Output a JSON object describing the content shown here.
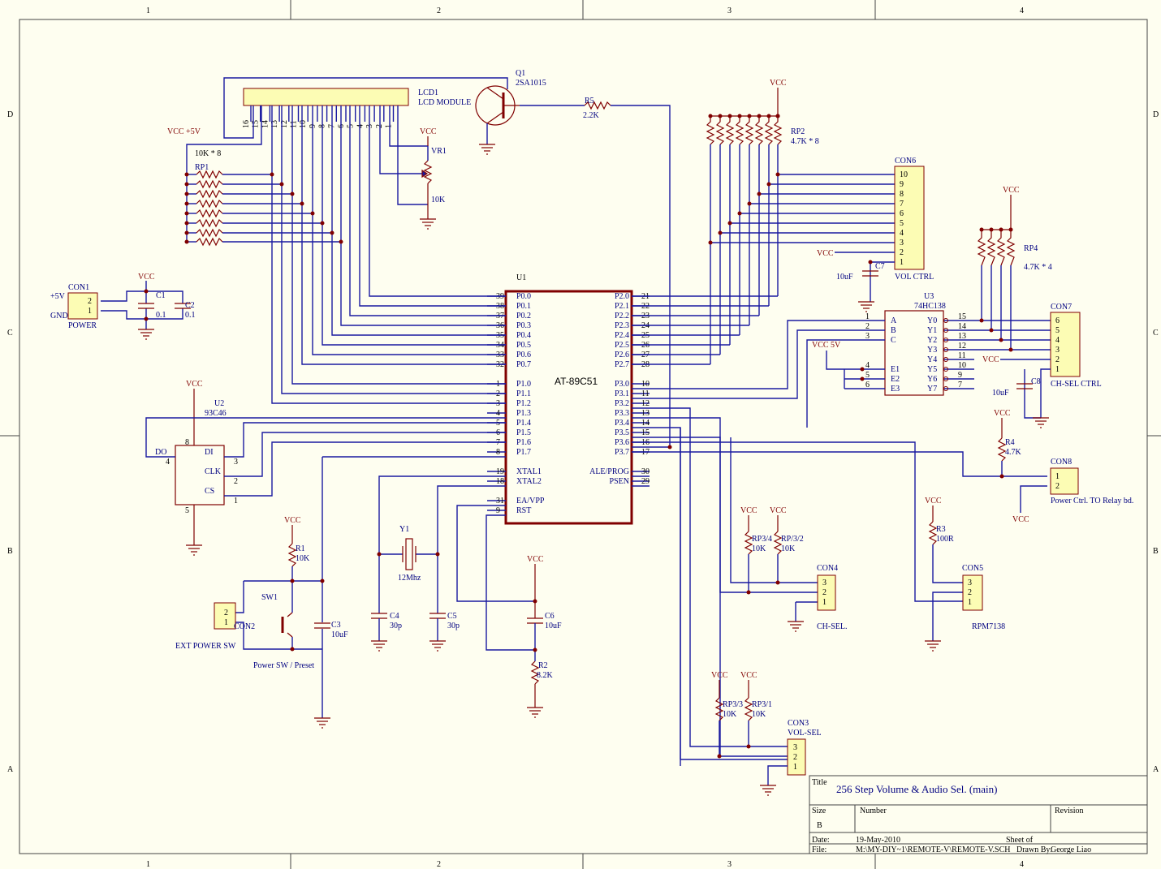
{
  "border": {
    "columns": [
      "1",
      "2",
      "3",
      "4"
    ],
    "rows": [
      "D",
      "C",
      "B",
      "A"
    ]
  },
  "u1": {
    "ref": "U1",
    "part": "AT-89C51",
    "left_pins": [
      {
        "num": "39",
        "name": "P0.0"
      },
      {
        "num": "38",
        "name": "P0.1"
      },
      {
        "num": "37",
        "name": "P0.2"
      },
      {
        "num": "36",
        "name": "P0.3"
      },
      {
        "num": "35",
        "name": "P0.4"
      },
      {
        "num": "34",
        "name": "P0.5"
      },
      {
        "num": "33",
        "name": "P0.6"
      },
      {
        "num": "32",
        "name": "P0.7"
      },
      {
        "num": "1",
        "name": "P1.0"
      },
      {
        "num": "2",
        "name": "P1.1"
      },
      {
        "num": "3",
        "name": "P1.2"
      },
      {
        "num": "4",
        "name": "P1.3"
      },
      {
        "num": "5",
        "name": "P1.4"
      },
      {
        "num": "6",
        "name": "P1.5"
      },
      {
        "num": "7",
        "name": "P1.6"
      },
      {
        "num": "8",
        "name": "P1.7"
      },
      {
        "num": "19",
        "name": "XTAL1"
      },
      {
        "num": "18",
        "name": "XTAL2"
      },
      {
        "num": "31",
        "name": "EA/VPP"
      },
      {
        "num": "9",
        "name": "RST"
      }
    ],
    "right_pins": [
      {
        "num": "21",
        "name": "P2.0"
      },
      {
        "num": "22",
        "name": "P2.1"
      },
      {
        "num": "23",
        "name": "P2.2"
      },
      {
        "num": "24",
        "name": "P2.3"
      },
      {
        "num": "25",
        "name": "P2.4"
      },
      {
        "num": "26",
        "name": "P2.5"
      },
      {
        "num": "27",
        "name": "P2.6"
      },
      {
        "num": "28",
        "name": "P2.7"
      },
      {
        "num": "10",
        "name": "P3.0"
      },
      {
        "num": "11",
        "name": "P3.1"
      },
      {
        "num": "12",
        "name": "P3.2"
      },
      {
        "num": "13",
        "name": "P3.3"
      },
      {
        "num": "14",
        "name": "P3.4"
      },
      {
        "num": "15",
        "name": "P3.5"
      },
      {
        "num": "16",
        "name": "P3.6"
      },
      {
        "num": "17",
        "name": "P3.7"
      },
      {
        "num": "30",
        "name": "ALE/PROG"
      },
      {
        "num": "29",
        "name": "PSEN"
      }
    ]
  },
  "lcd": {
    "ref": "LCD1",
    "name": "LCD MODULE",
    "pins": [
      "16",
      "15",
      "14",
      "13",
      "12",
      "11",
      "10",
      "9",
      "8",
      "7",
      "6",
      "5",
      "4",
      "3",
      "2",
      "1"
    ]
  },
  "q1": {
    "ref": "Q1",
    "part": "2SA1015"
  },
  "r5": {
    "ref": "R5",
    "value": "2.2K"
  },
  "vr1": {
    "ref": "VR1",
    "value": "10K"
  },
  "rp1": {
    "ref": "RP1",
    "value": "10K * 8"
  },
  "rp2": {
    "ref": "RP2",
    "value": "4.7K * 8"
  },
  "rp4": {
    "ref": "RP4",
    "value": "4.7K * 4"
  },
  "con6": {
    "ref": "CON6",
    "name": "VOL CTRL",
    "pins": [
      "10",
      "9",
      "8",
      "7",
      "6",
      "5",
      "4",
      "3",
      "2",
      "1"
    ]
  },
  "c7": {
    "ref": "C7",
    "value": "10uF"
  },
  "con1": {
    "ref": "CON1",
    "name": "POWER",
    "label_top": "+5V",
    "label_bot": "GND",
    "pins": [
      "2",
      "1"
    ]
  },
  "c1": {
    "ref": "C1",
    "value": "0.1"
  },
  "c2": {
    "ref": "C2",
    "value": "0.1"
  },
  "u3": {
    "ref": "U3",
    "part": "74HC138",
    "in_pins": [
      {
        "num": "1",
        "name": "A"
      },
      {
        "num": "2",
        "name": "B"
      },
      {
        "num": "3",
        "name": "C"
      },
      {
        "num": "4",
        "name": "E1"
      },
      {
        "num": "5",
        "name": "E2"
      },
      {
        "num": "6",
        "name": "E3"
      }
    ],
    "out_pins": [
      {
        "num": "15",
        "name": "Y0"
      },
      {
        "num": "14",
        "name": "Y1"
      },
      {
        "num": "13",
        "name": "Y2"
      },
      {
        "num": "12",
        "name": "Y3"
      },
      {
        "num": "11",
        "name": "Y4"
      },
      {
        "num": "10",
        "name": "Y5"
      },
      {
        "num": "9",
        "name": "Y6"
      },
      {
        "num": "7",
        "name": "Y7"
      }
    ]
  },
  "con7": {
    "ref": "CON7",
    "name": "CH-SEL CTRL",
    "pins": [
      "6",
      "5",
      "4",
      "3",
      "2",
      "1"
    ]
  },
  "c8": {
    "ref": "C8",
    "value": "10uF"
  },
  "u2": {
    "ref": "U2",
    "part": "93C46",
    "pins": {
      "do": "DO",
      "di": "DI",
      "clk": "CLK",
      "cs": "CS"
    },
    "nums": {
      "p8": "8",
      "p4": "4",
      "p3": "3",
      "p2": "2",
      "p1": "1",
      "p5": "5"
    }
  },
  "r4": {
    "ref": "R4",
    "value": "4.7K"
  },
  "con8": {
    "ref": "CON8",
    "name": "Power Ctrl. TO Relay bd.",
    "pins": [
      "1",
      "2"
    ]
  },
  "r1": {
    "ref": "R1",
    "value": "10K"
  },
  "sw1": {
    "ref": "SW1",
    "name": "Power SW / Preset"
  },
  "con2": {
    "ref": "CON2",
    "name": "EXT POWER SW",
    "pins": [
      "2",
      "1"
    ]
  },
  "c3": {
    "ref": "C3",
    "value": "10uF"
  },
  "y1": {
    "ref": "Y1",
    "value": "12Mhz"
  },
  "c4": {
    "ref": "C4",
    "value": "30p"
  },
  "c5": {
    "ref": "C5",
    "value": "30p"
  },
  "c6": {
    "ref": "C6",
    "value": "10uF"
  },
  "r2": {
    "ref": "R2",
    "value": "8.2K"
  },
  "rp3_4": {
    "ref": "RP3/4",
    "value": "10K"
  },
  "rp3_2": {
    "ref": "RP/3/2",
    "value": "10K"
  },
  "con4": {
    "ref": "CON4",
    "name": "CH-SEL.",
    "pins": [
      "3",
      "2",
      "1"
    ]
  },
  "r3": {
    "ref": "R3",
    "value": "100R"
  },
  "con5": {
    "ref": "CON5",
    "name": "RPM7138",
    "pins": [
      "3",
      "2",
      "1"
    ]
  },
  "rp3_3": {
    "ref": "RP3/3",
    "value": "10K"
  },
  "rp3_1": {
    "ref": "RP3/1",
    "value": "10K"
  },
  "con3": {
    "ref": "CON3",
    "name": "VOL-SEL",
    "pins": [
      "3",
      "2",
      "1"
    ]
  },
  "power": {
    "vcc": "VCC",
    "vcc5": "VCC +5V",
    "vcc5b": "VCC 5V"
  },
  "title_block": {
    "title_label": "Title",
    "title": "256 Step Volume & Audio Sel. (main)",
    "size_label": "Size",
    "size": "B",
    "number_label": "Number",
    "revision_label": "Revision",
    "date_label": "Date:",
    "date": "19-May-2010",
    "file_label": "File:",
    "file": "M:\\MY-DIY~1\\REMOTE-V\\REMOTE-V.SCH",
    "sheet_label": "Sheet    of",
    "drawn_label": "Drawn By:",
    "drawn_by": "George Liao"
  },
  "colors": {
    "wire": "#1a1aa0",
    "component": "#800000",
    "fill": "#fcfcb4",
    "paper": "#fefef0"
  }
}
